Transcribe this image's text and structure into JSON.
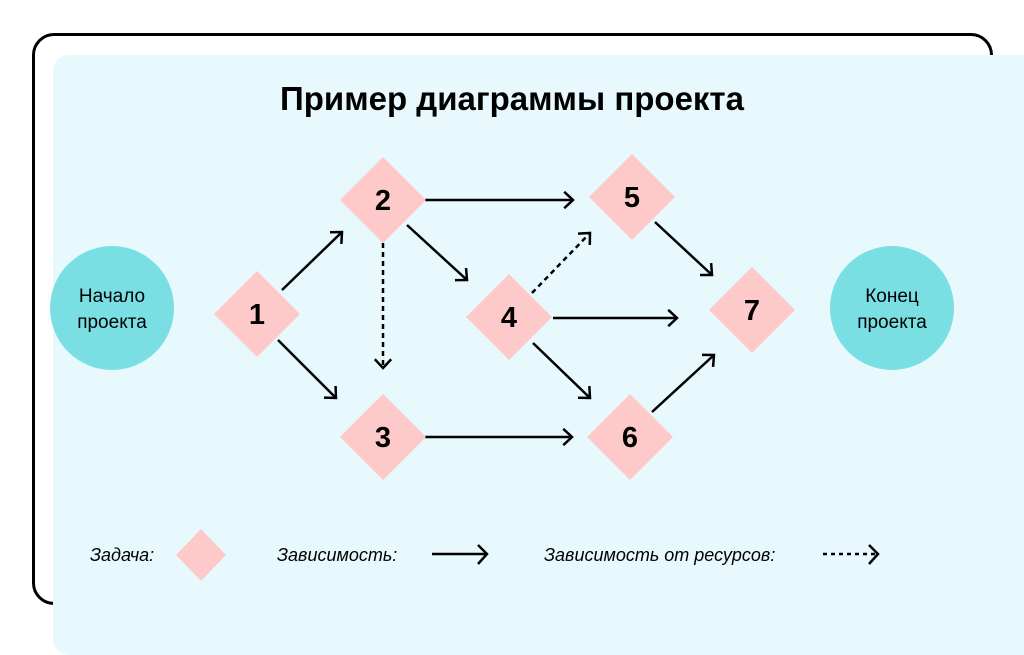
{
  "title": "Пример диаграммы проекта",
  "start": {
    "line1": "Начало",
    "line2": "проекта"
  },
  "end": {
    "line1": "Конец",
    "line2": "проекта"
  },
  "tasks": [
    "1",
    "2",
    "3",
    "4",
    "5",
    "6",
    "7"
  ],
  "edges": [
    {
      "from": "1",
      "to": "2",
      "type": "dependency"
    },
    {
      "from": "1",
      "to": "3",
      "type": "dependency"
    },
    {
      "from": "2",
      "to": "5",
      "type": "dependency"
    },
    {
      "from": "2",
      "to": "4",
      "type": "dependency"
    },
    {
      "from": "2",
      "to": "3",
      "type": "resource"
    },
    {
      "from": "4",
      "to": "5",
      "type": "resource"
    },
    {
      "from": "4",
      "to": "7",
      "type": "dependency"
    },
    {
      "from": "4",
      "to": "6",
      "type": "dependency"
    },
    {
      "from": "3",
      "to": "6",
      "type": "dependency"
    },
    {
      "from": "5",
      "to": "7",
      "type": "dependency"
    },
    {
      "from": "6",
      "to": "7",
      "type": "dependency"
    }
  ],
  "legend": {
    "task": "Задача:",
    "dependency": "Зависимость:",
    "resource": "Зависимость от ресурсов:"
  },
  "colors": {
    "circle": "#7adfe3",
    "diamond": "#fdc9c9",
    "panel": "#e8f9fd"
  }
}
